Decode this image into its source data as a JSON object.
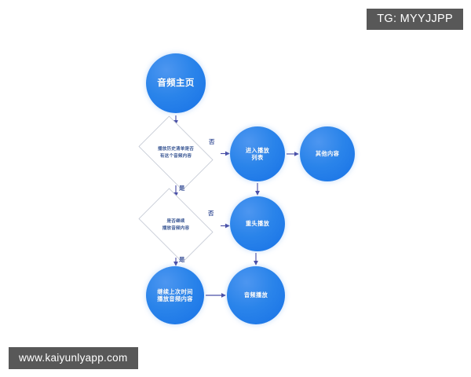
{
  "overlays": {
    "tg_badge": "TG: MYYJJPP",
    "watermark": "www.kaiyunlyapp.com"
  },
  "colors": {
    "node_fill": "#2a84ea",
    "node_fill_light": "#4d96f0",
    "node_text": "#ffffff",
    "diamond_fill": "#ffffff",
    "diamond_border": "#b9bfcc",
    "diamond_text": "#3d5a96",
    "edge_stroke": "#4a50a8",
    "edge_label_text": "#4a5fa0",
    "badge_bg": "#585858",
    "badge_text": "#ffffff",
    "canvas_bg": "#ffffff"
  },
  "diagram": {
    "type": "flowchart",
    "title": "",
    "nodes": [
      {
        "id": "audio-home",
        "shape": "circle",
        "label": "音频主页"
      },
      {
        "id": "decide-history",
        "shape": "diamond",
        "label_line1": "播放历史清单是否",
        "label_line2": "有这个音频内容"
      },
      {
        "id": "enter-list",
        "shape": "circle",
        "label_line1": "进入播放",
        "label_line2": "列表"
      },
      {
        "id": "other-content",
        "shape": "circle",
        "label": "其他内容"
      },
      {
        "id": "decide-continue",
        "shape": "diamond",
        "label_line1": "是否继续",
        "label_line2": "播放音频内容"
      },
      {
        "id": "replay-from-start",
        "shape": "circle",
        "label": "重头播放"
      },
      {
        "id": "continue-last",
        "shape": "circle",
        "label_line1": "继续上次时间",
        "label_line2": "播放音频内容"
      },
      {
        "id": "audio-playback",
        "shape": "circle",
        "label": "音频播放"
      }
    ],
    "edges": [
      {
        "from": "audio-home",
        "to": "decide-history",
        "label": "",
        "direction": "down"
      },
      {
        "from": "decide-history",
        "to": "enter-list",
        "label": "否",
        "direction": "right"
      },
      {
        "from": "decide-history",
        "to": "decide-continue",
        "label": "是",
        "direction": "down"
      },
      {
        "from": "enter-list",
        "to": "other-content",
        "label": "",
        "direction": "right"
      },
      {
        "from": "enter-list",
        "to": "replay-from-start",
        "label": "",
        "direction": "down"
      },
      {
        "from": "decide-continue",
        "to": "replay-from-start",
        "label": "否",
        "direction": "right"
      },
      {
        "from": "decide-continue",
        "to": "continue-last",
        "label": "是",
        "direction": "down"
      },
      {
        "from": "replay-from-start",
        "to": "audio-playback",
        "label": "",
        "direction": "down"
      },
      {
        "from": "continue-last",
        "to": "audio-playback",
        "label": "",
        "direction": "right"
      }
    ]
  }
}
